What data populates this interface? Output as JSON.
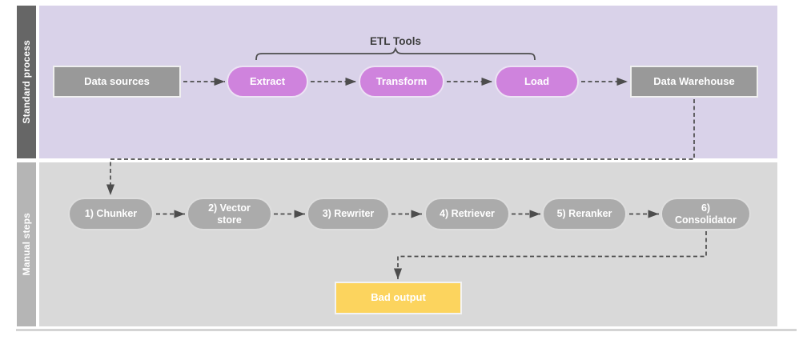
{
  "lanes": [
    {
      "label": "Standard process",
      "annotation_label": "ETL Tools",
      "nodes": [
        {
          "id": "data-sources",
          "label": "Data sources"
        },
        {
          "id": "extract",
          "label": "Extract"
        },
        {
          "id": "transform",
          "label": "Transform"
        },
        {
          "id": "load",
          "label": "Load"
        },
        {
          "id": "data-warehouse",
          "label": "Data Warehouse"
        }
      ]
    },
    {
      "label": "Manual steps",
      "nodes": [
        {
          "id": "chunker",
          "label": "1) Chunker"
        },
        {
          "id": "vector-store",
          "label": "2) Vector\nstore"
        },
        {
          "id": "rewriter",
          "label": "3) Rewriter"
        },
        {
          "id": "retriever",
          "label": "4) Retriever"
        },
        {
          "id": "reranker",
          "label": "5) Reranker"
        },
        {
          "id": "consolidator",
          "label": "6)\nConsolidator"
        },
        {
          "id": "bad-output",
          "label": "Bad output"
        }
      ]
    }
  ],
  "colors": {
    "lane1_bg": "#d9d2e9",
    "lane1_bar": "#666666",
    "lane2_bg": "#d9d9d9",
    "lane2_bar": "#b5b5b5",
    "rect_fill": "#999999",
    "pill_pink_fill": "#cf83dd",
    "pill_gray_fill": "#ababab",
    "bad_output_fill": "#fcd45e",
    "connector": "#4d4d4d"
  }
}
